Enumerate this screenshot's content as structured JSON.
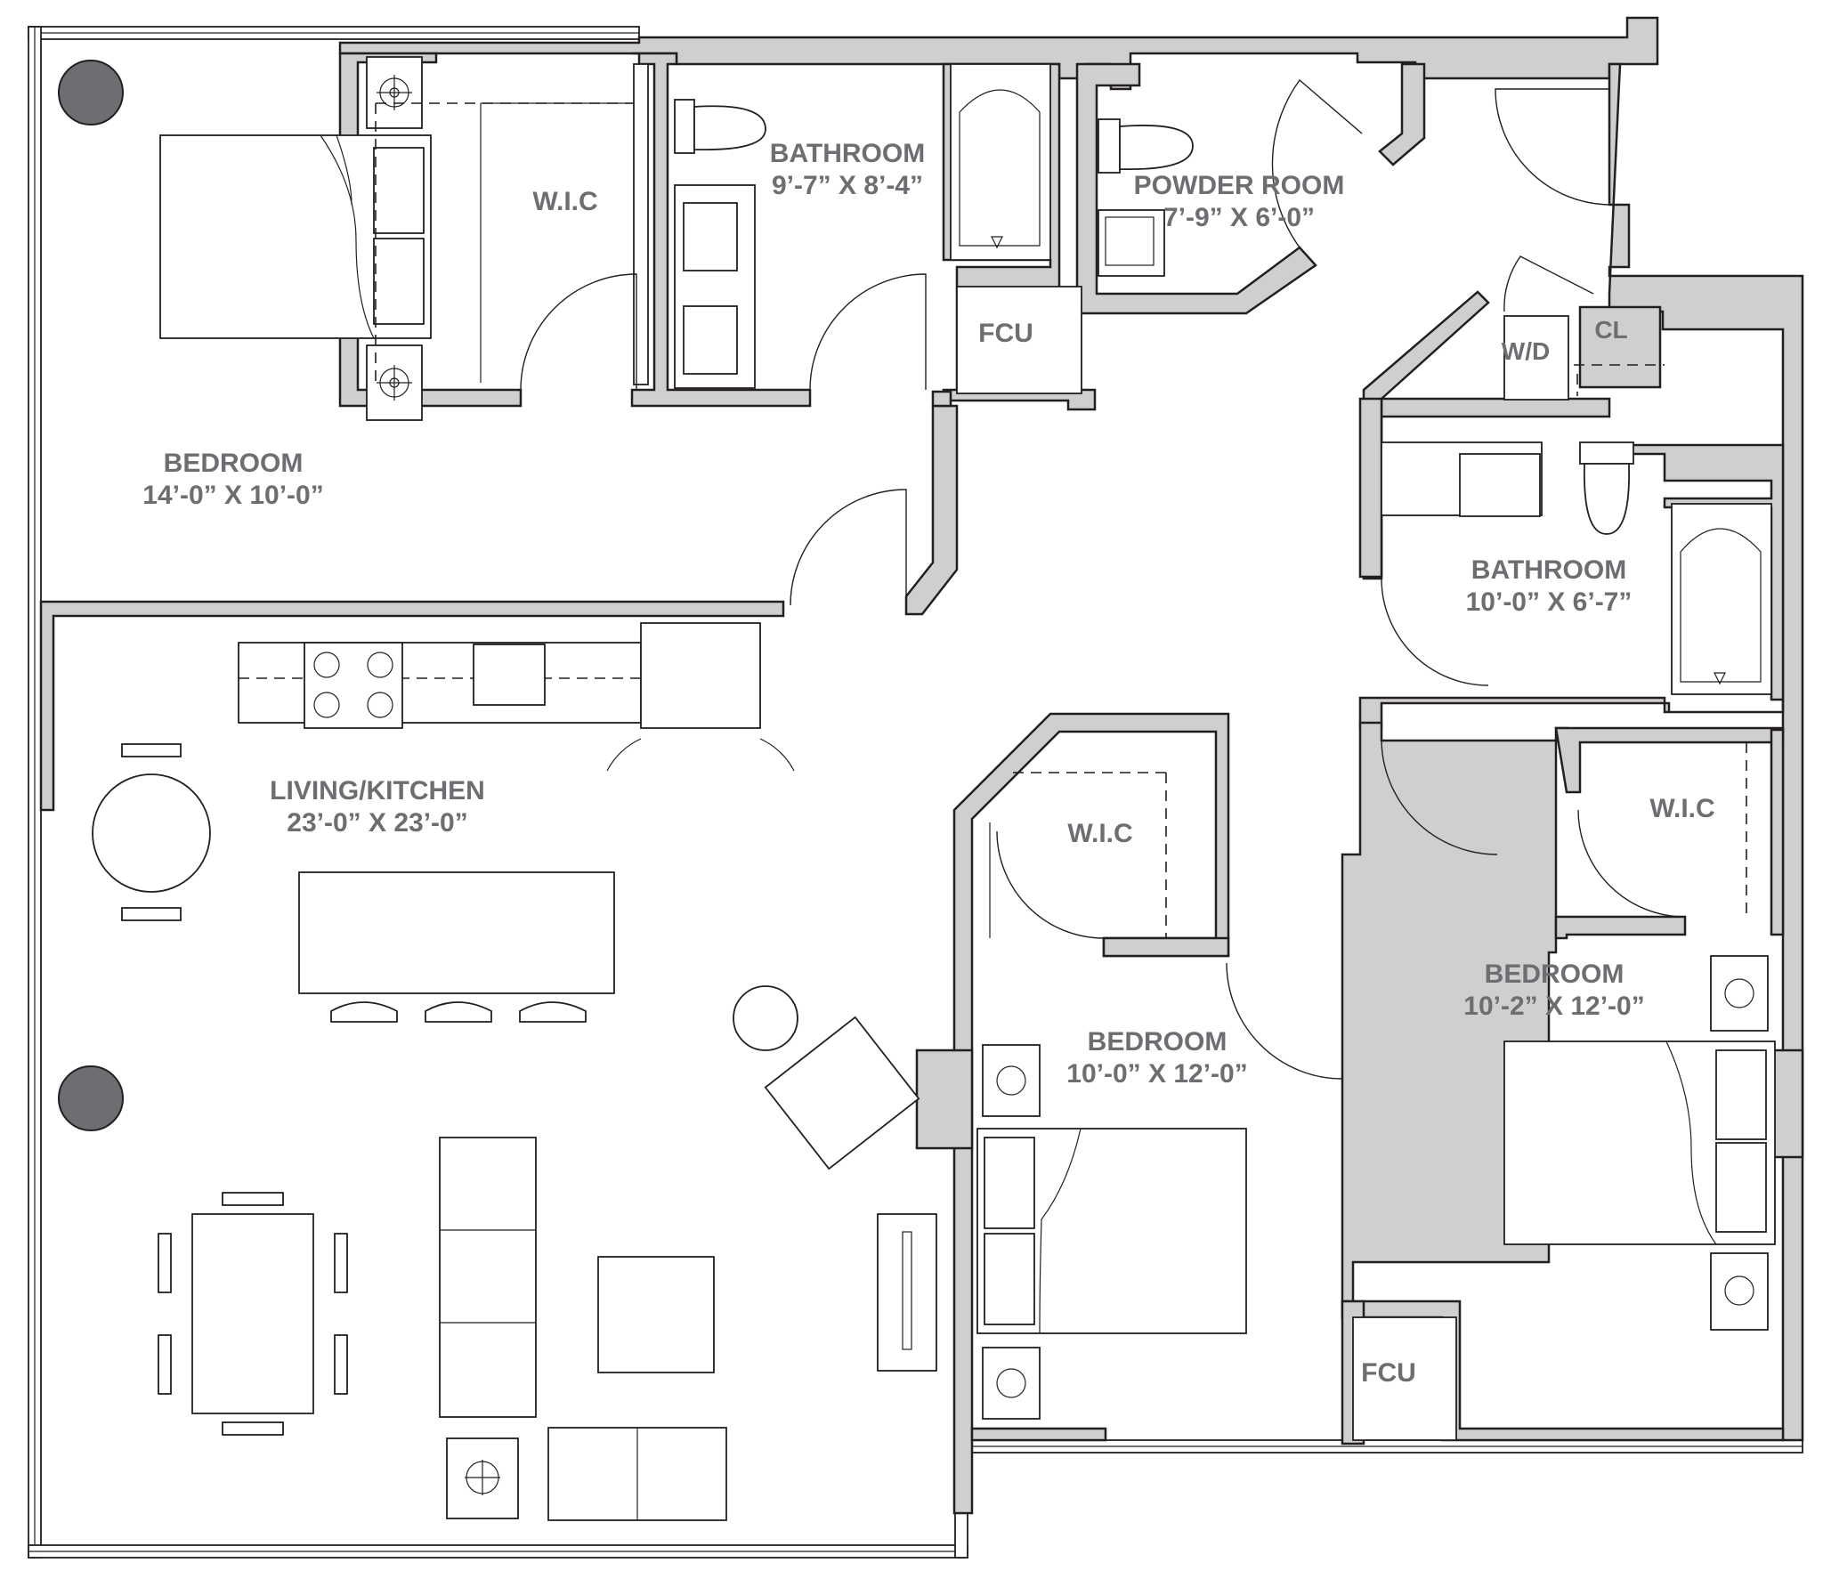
{
  "rooms": {
    "bedroom_1": {
      "name": "BEDROOM",
      "dims": "14’-0” X 10’-0”"
    },
    "wic_1": {
      "name": "W.I.C"
    },
    "bathroom_1": {
      "name": "BATHROOM",
      "dims": "9’-7” X 8’-4”"
    },
    "powder_room": {
      "name": "POWDER ROOM",
      "dims": "7’-9” X 6’-0”"
    },
    "fcu_1": {
      "name": "FCU"
    },
    "wd": {
      "name": "W/D"
    },
    "closet": {
      "name": "CL"
    },
    "bathroom_2": {
      "name": "BATHROOM",
      "dims": "10’-0” X 6’-7”"
    },
    "living_kitchen": {
      "name": "LIVING/KITCHEN",
      "dims": "23’-0” X 23’-0”"
    },
    "wic_2": {
      "name": "W.I.C"
    },
    "wic_3": {
      "name": "W.I.C"
    },
    "bedroom_2": {
      "name": "BEDROOM",
      "dims": "10’-0” X 12’-0”"
    },
    "bedroom_3": {
      "name": "BEDROOM",
      "dims": "10’-2” X 12’-0”"
    },
    "fcu_2": {
      "name": "FCU"
    }
  },
  "colors": {
    "wall_fill": "#cfcfd0",
    "line": "#231f20",
    "label": "#6d6e71",
    "column": "#6d6e71"
  }
}
